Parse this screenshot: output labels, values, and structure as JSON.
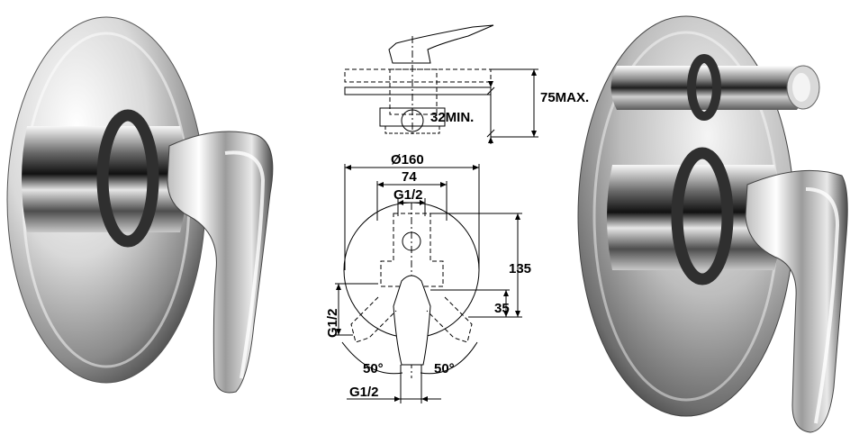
{
  "labels": {
    "depth_max": "75MAX.",
    "depth_min": "32MIN.",
    "plate_diameter": "Ø160",
    "body_width": "74",
    "top_thread": "G1/2",
    "height": "135",
    "offset": "35",
    "side_thread": "G1/2",
    "angle_left": "50°",
    "angle_right": "50°",
    "bottom_thread": "G1/2"
  },
  "colors": {
    "line": "#000000",
    "chrome_dark": "#1a1a1a",
    "chrome_light": "#f2f2f2",
    "rubber": "#3a3a3a"
  }
}
